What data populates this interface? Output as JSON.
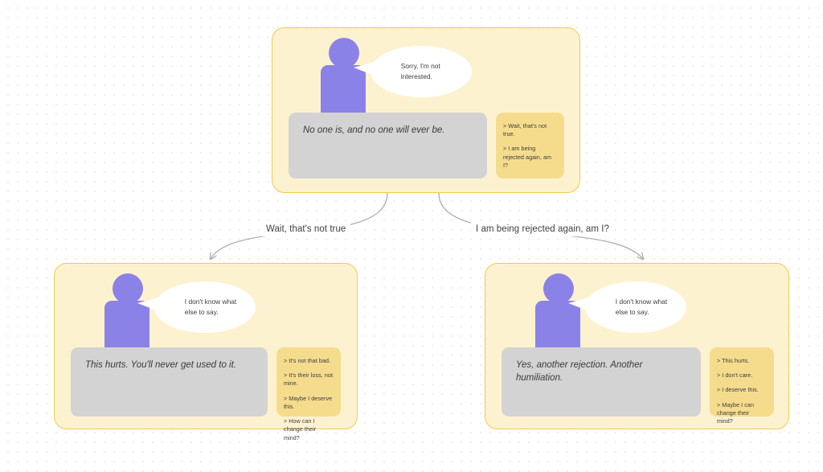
{
  "canvas": {
    "background_color": "#ffffff",
    "dot_color": "#eceaec",
    "card_fill": "#fdf2cf",
    "card_border": "#f3ca4d",
    "options_fill": "#f5dc8c",
    "narration_fill": "#d3d3d3",
    "avatar_color": "#8b82e8",
    "bubble_fill": "#ffffff",
    "edge_color": "#b0b0b0"
  },
  "nodes": [
    {
      "id": "root",
      "bubble_text": "Sorry, I'm not interested.",
      "narration": "No one is, and no one will ever be.",
      "options": [
        "> Wait, that's not true.",
        "> I am being rejected again, am I?"
      ]
    },
    {
      "id": "left",
      "bubble_text": "I don't know what else to say.",
      "narration": "This hurts. You'll never get used to it.",
      "options": [
        "> It's not that bad.",
        "> It's their loss, not mine.",
        "> Maybe I deserve this.",
        "> How can I change their mind?"
      ]
    },
    {
      "id": "right",
      "bubble_text": "I don't know what else to say.",
      "narration": "Yes, another rejection. Another humiliation.",
      "options": [
        "> This hurts.",
        "> I don't care.",
        "> I deserve this.",
        "> Maybe I can change their mind?"
      ]
    }
  ],
  "edges": [
    {
      "id": "edge-left",
      "label": "Wait, that's not true",
      "from": "root",
      "to": "left"
    },
    {
      "id": "edge-right",
      "label": "I am being rejected again, am I?",
      "from": "root",
      "to": "right"
    }
  ]
}
